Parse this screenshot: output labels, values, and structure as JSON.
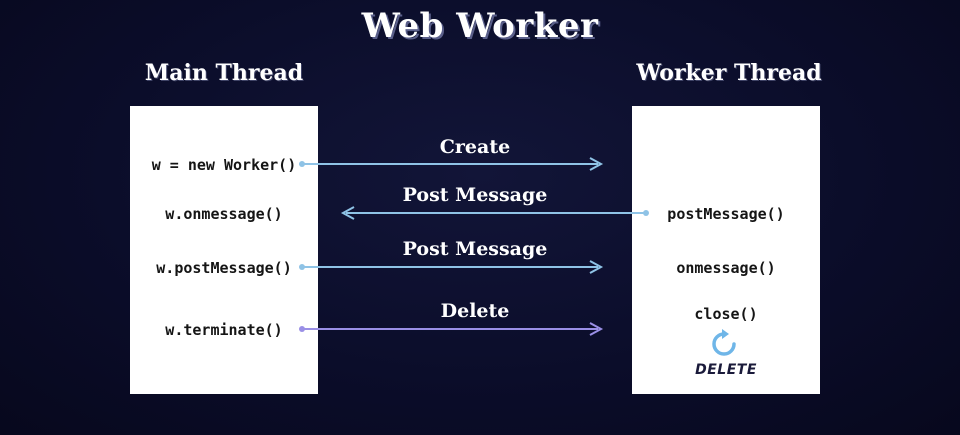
{
  "title": "Web Worker",
  "main_thread": {
    "heading": "Main Thread",
    "items": [
      "w = new Worker()",
      "w.onmessage()",
      "w.postMessage()",
      "w.terminate()"
    ]
  },
  "worker_thread": {
    "heading": "Worker Thread",
    "items": [
      "postMessage()",
      "onmessage()",
      "close()"
    ],
    "delete_badge": "DELETE",
    "delete_icon": "refresh-icon"
  },
  "arrows": [
    {
      "label": "Create",
      "direction": "main-to-worker",
      "color": "#8fc3e6"
    },
    {
      "label": "Post Message",
      "direction": "worker-to-main",
      "color": "#8fc3e6"
    },
    {
      "label": "Post Message",
      "direction": "main-to-worker",
      "color": "#8fc3e6"
    },
    {
      "label": "Delete",
      "direction": "main-to-worker",
      "color": "#9a8fe6"
    }
  ]
}
